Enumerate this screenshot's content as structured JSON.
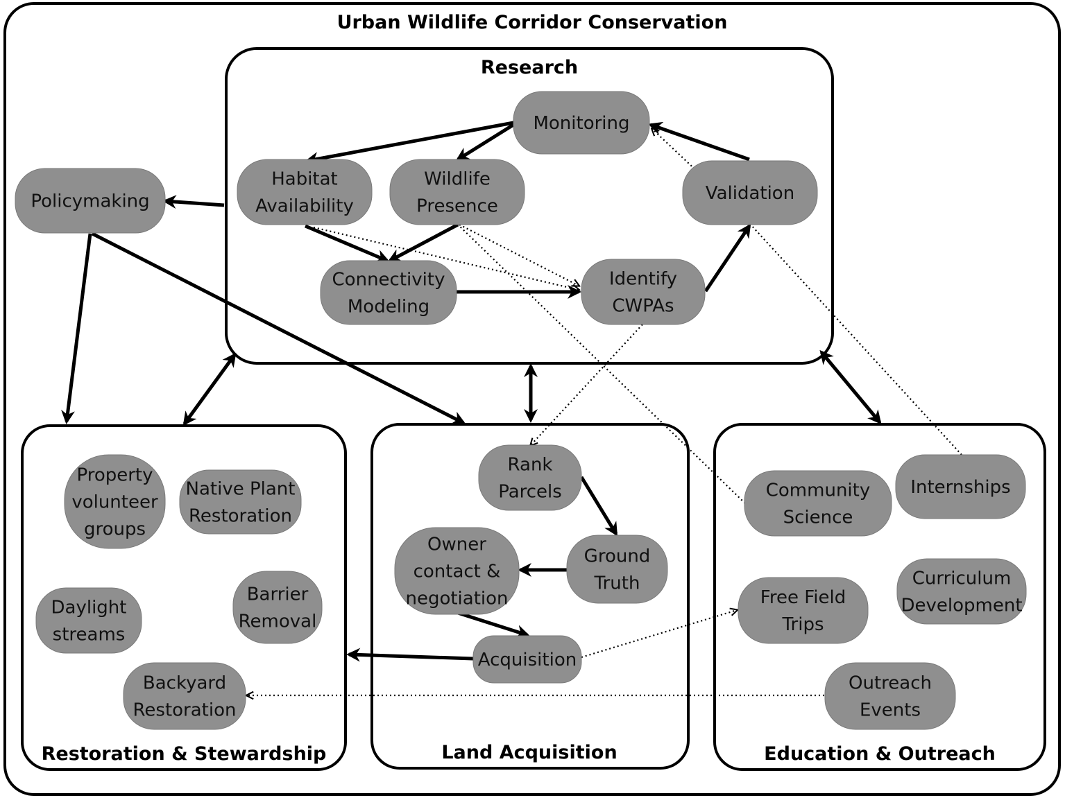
{
  "diagram": {
    "title": "Urban Wildlife Corridor Conservation",
    "groups": {
      "research": "Research",
      "restoration": "Restoration & Stewardship",
      "land": "Land Acquisition",
      "education": "Education & Outreach"
    },
    "nodes": {
      "monitoring": [
        "Monitoring"
      ],
      "habitat": [
        "Habitat",
        "Availability"
      ],
      "wildlife": [
        "Wildlife",
        "Presence"
      ],
      "validation": [
        "Validation"
      ],
      "connectivity": [
        "Connectivity",
        "Modeling"
      ],
      "cwpas": [
        "Identify",
        "CWPAs"
      ],
      "policymaking": [
        "Policymaking"
      ],
      "property": [
        "Property",
        "volunteer",
        "groups"
      ],
      "native": [
        "Native Plant",
        "Restoration"
      ],
      "daylight": [
        "Daylight",
        "streams"
      ],
      "barrier": [
        "Barrier",
        "Removal"
      ],
      "backyard": [
        "Backyard",
        "Restoration"
      ],
      "rank": [
        "Rank",
        "Parcels"
      ],
      "ground": [
        "Ground",
        "Truth"
      ],
      "owner": [
        "Owner",
        "contact &",
        "negotiation"
      ],
      "acquisition": [
        "Acquisition"
      ],
      "community": [
        "Community",
        "Science"
      ],
      "internships": [
        "Internships"
      ],
      "fieldtrips": [
        "Free Field",
        "Trips"
      ],
      "curriculum": [
        "Curriculum",
        "Development"
      ],
      "outreach": [
        "Outreach",
        "Events"
      ]
    },
    "edges": {
      "solid": [
        [
          "monitoring",
          "habitat"
        ],
        [
          "monitoring",
          "wildlife"
        ],
        [
          "validation",
          "monitoring"
        ],
        [
          "habitat",
          "connectivity"
        ],
        [
          "wildlife",
          "connectivity"
        ],
        [
          "connectivity",
          "cwpas"
        ],
        [
          "cwpas",
          "validation"
        ],
        [
          "research",
          "policymaking"
        ],
        [
          "policymaking",
          "restoration"
        ],
        [
          "policymaking",
          "land"
        ],
        [
          "rank",
          "ground"
        ],
        [
          "ground",
          "owner"
        ],
        [
          "owner",
          "acquisition"
        ],
        [
          "acquisition",
          "restoration"
        ]
      ],
      "bidirectional": [
        [
          "research",
          "restoration"
        ],
        [
          "research",
          "land"
        ],
        [
          "research",
          "education"
        ]
      ],
      "dotted": [
        [
          "habitat",
          "cwpas"
        ],
        [
          "wildlife",
          "cwpas"
        ],
        [
          "validation",
          "monitoring"
        ],
        [
          "cwpas",
          "rank"
        ],
        [
          "community",
          "wildlife"
        ],
        [
          "internships",
          "validation"
        ],
        [
          "acquisition",
          "fieldtrips"
        ],
        [
          "outreach",
          "backyard"
        ]
      ]
    }
  }
}
